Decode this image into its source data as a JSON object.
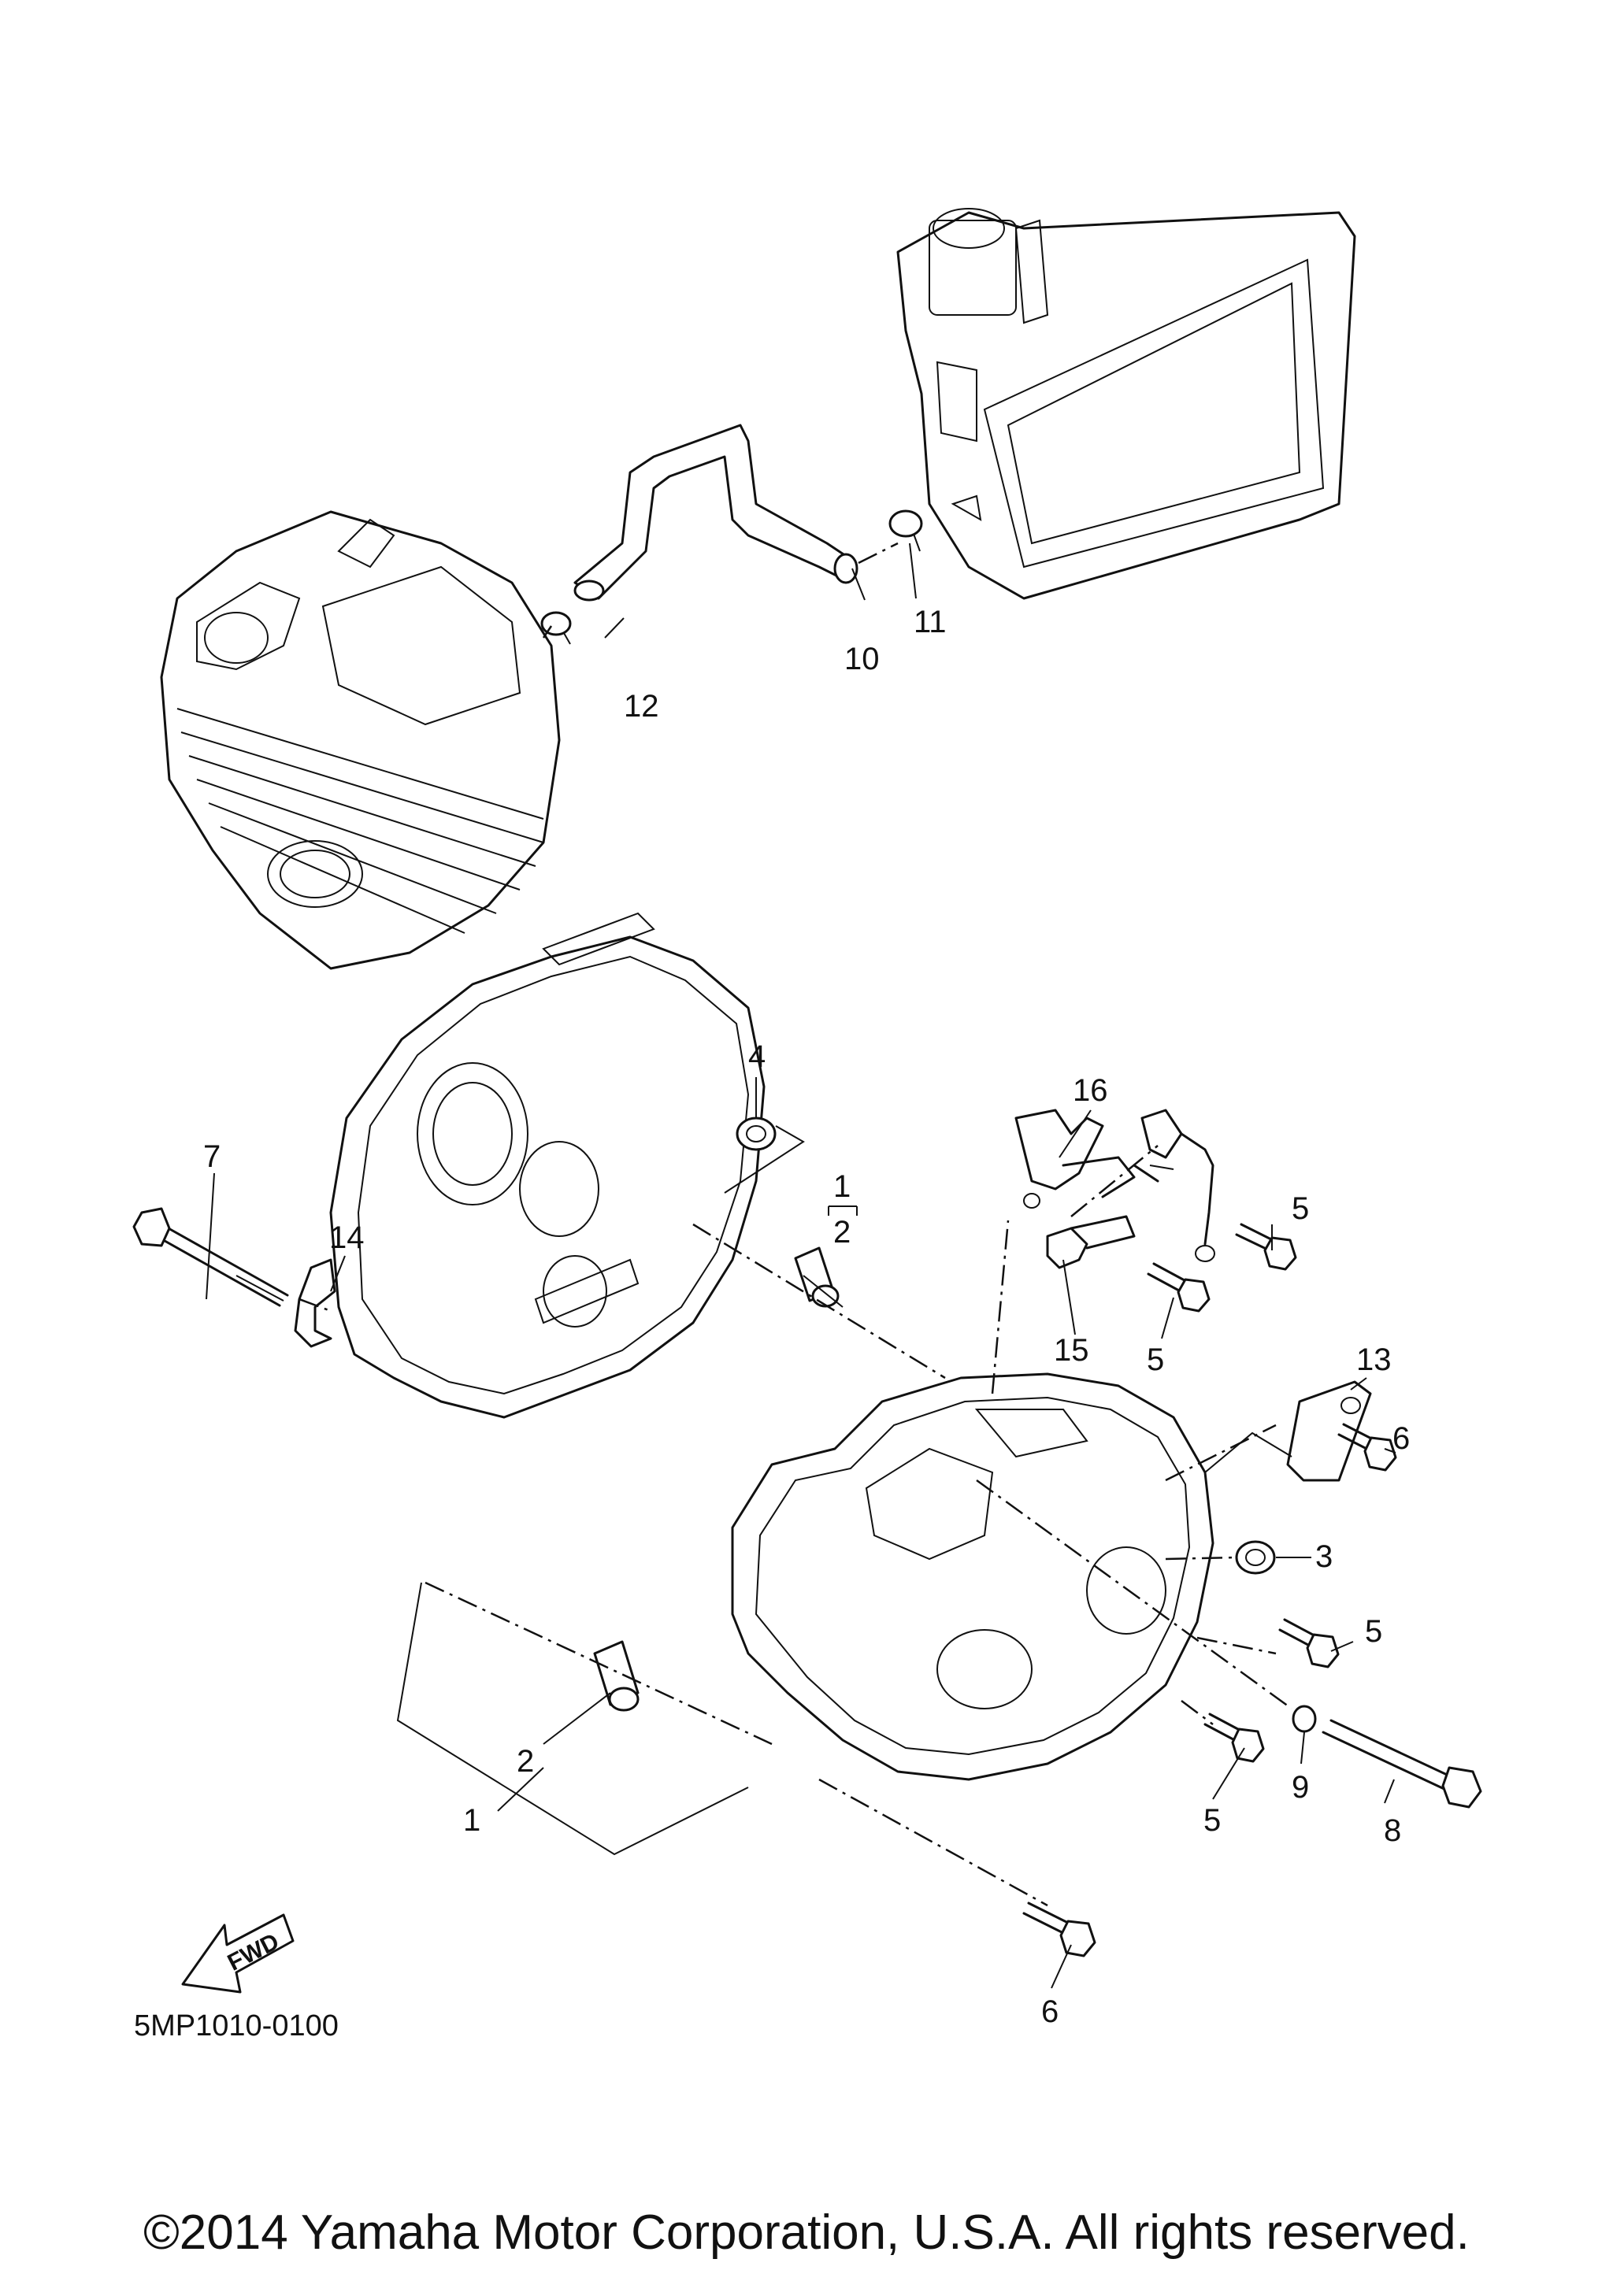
{
  "diagram_code": "5MP1010-0100",
  "copyright": "©2014 Yamaha Motor Corporation, U.S.A. All rights reserved.",
  "fwd_label": "FWD",
  "callouts": {
    "c1a": "1",
    "c1b": "1",
    "c2a": "2",
    "c2b": "2",
    "c3": "3",
    "c4": "4",
    "c5a": "5",
    "c5b": "5",
    "c5c": "5",
    "c5d": "5",
    "c6a": "6",
    "c6b": "6",
    "c7": "7",
    "c8": "8",
    "c9": "9",
    "c10": "10",
    "c11": "11",
    "c12": "12",
    "c13": "13",
    "c14": "14",
    "c15": "15",
    "c16": "16"
  }
}
